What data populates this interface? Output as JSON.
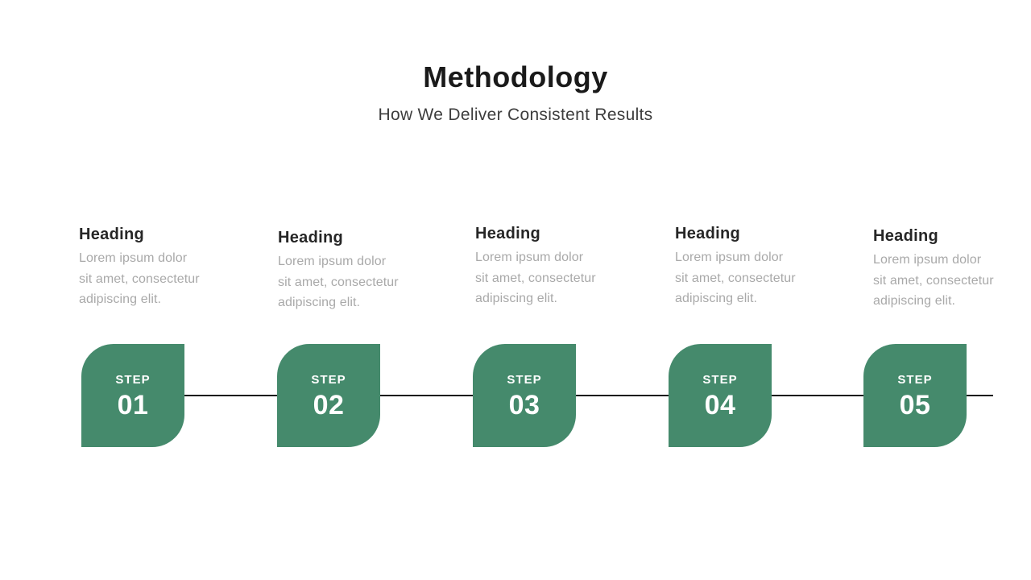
{
  "slide": {
    "title": "Methodology",
    "subtitle": "How We Deliver Consistent Results"
  },
  "colors": {
    "accent_green": "#458A6C",
    "step_text_white": "#FFFFFF",
    "title_black": "#1A1A1A",
    "subtitle_gray": "#3D3D3D",
    "heading_dark": "#262626",
    "body_gray": "#A9A9A9",
    "connector_black": "#151515"
  },
  "steps": [
    {
      "label": "STEP",
      "number": "01",
      "heading": "Heading",
      "body_lines": [
        "Lorem ipsum dolor",
        "sit amet, consectetur",
        "adipiscing elit."
      ]
    },
    {
      "label": "STEP",
      "number": "02",
      "heading": "Heading",
      "body_lines": [
        "Lorem ipsum dolor",
        "sit amet, consectetur",
        "adipiscing elit."
      ]
    },
    {
      "label": "STEP",
      "number": "03",
      "heading": "Heading",
      "body_lines": [
        "Lorem ipsum dolor",
        "sit amet, consectetur",
        "adipiscing elit."
      ]
    },
    {
      "label": "STEP",
      "number": "04",
      "heading": "Heading",
      "body_lines": [
        "Lorem ipsum dolor",
        "sit amet, consectetur",
        "adipiscing elit."
      ]
    },
    {
      "label": "STEP",
      "number": "05",
      "heading": "Heading",
      "body_lines": [
        "Lorem ipsum dolor",
        "sit amet, consectetur",
        "adipiscing elit."
      ]
    }
  ]
}
